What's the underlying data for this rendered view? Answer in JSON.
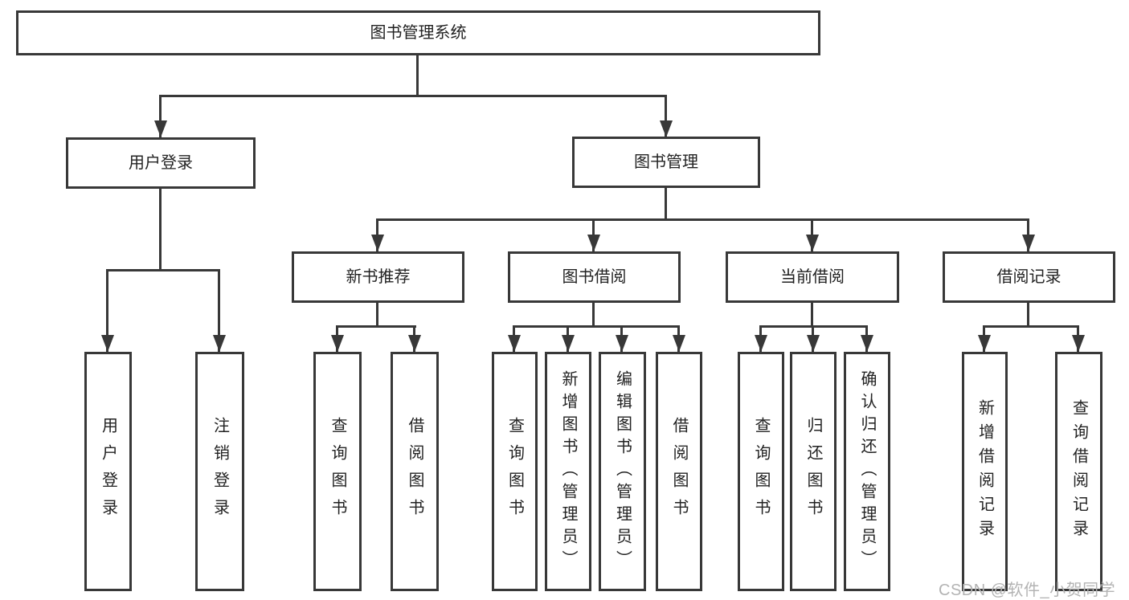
{
  "colors": {
    "line": "#383838",
    "text": "#222222",
    "box_background": "#ffffff",
    "watermark": "#b3b3b3"
  },
  "tree": {
    "root": {
      "label": "图书管理系统"
    },
    "level2": [
      {
        "label": "用户登录"
      },
      {
        "label": "图书管理"
      }
    ],
    "level3": [
      {
        "label": "新书推荐"
      },
      {
        "label": "图书借阅"
      },
      {
        "label": "当前借阅"
      },
      {
        "label": "借阅记录"
      }
    ],
    "leaf_groups": [
      {
        "parent": "用户登录",
        "children": [
          "用户登录",
          "注销登录"
        ]
      },
      {
        "parent": "新书推荐",
        "children": [
          "查询图书",
          "借阅图书"
        ]
      },
      {
        "parent": "图书借阅",
        "children": [
          "查询图书",
          "新增图书（管理员）",
          "编辑图书（管理员）",
          "借阅图书"
        ]
      },
      {
        "parent": "当前借阅",
        "children": [
          "查询图书",
          "归还图书",
          "确认归还（管理员）"
        ]
      },
      {
        "parent": "借阅记录",
        "children": [
          "新增借阅记录",
          "查询借阅记录"
        ]
      }
    ]
  },
  "watermark": {
    "text": "CSDN @软件_小贺同学"
  }
}
